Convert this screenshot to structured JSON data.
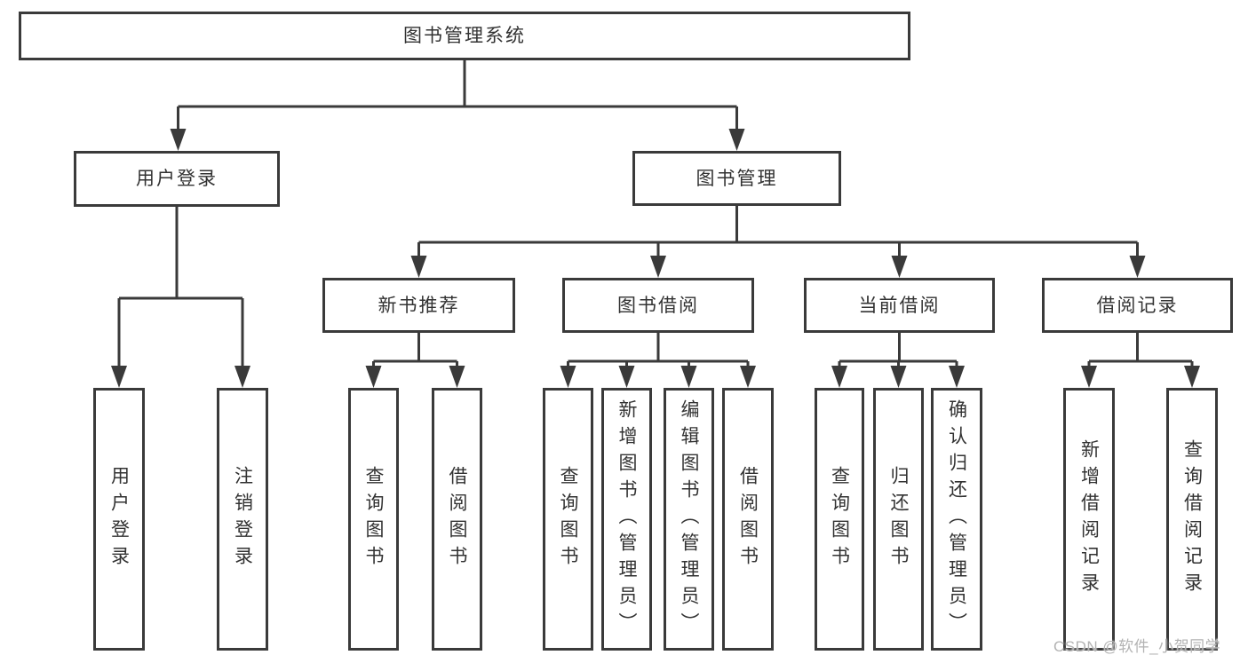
{
  "watermark": "CSDN @软件_小贺同学",
  "colors": {
    "line": "#3a3a3a",
    "text": "#323232",
    "watermark": "#b3b3b3",
    "background": "#ffffff"
  },
  "tree": {
    "label": "图书管理系统",
    "children": [
      {
        "label": "用户登录",
        "children": [
          {
            "label": "用户登录"
          },
          {
            "label": "注销登录"
          }
        ]
      },
      {
        "label": "图书管理",
        "children": [
          {
            "label": "新书推荐",
            "children": [
              {
                "label": "查询图书"
              },
              {
                "label": "借阅图书"
              }
            ]
          },
          {
            "label": "图书借阅",
            "children": [
              {
                "label": "查询图书"
              },
              {
                "label": "新增图书（管理员）"
              },
              {
                "label": "编辑图书（管理员）"
              },
              {
                "label": "借阅图书"
              }
            ]
          },
          {
            "label": "当前借阅",
            "children": [
              {
                "label": "查询图书"
              },
              {
                "label": "归还图书"
              },
              {
                "label": "确认归还（管理员）"
              }
            ]
          },
          {
            "label": "借阅记录",
            "children": [
              {
                "label": "新增借阅记录"
              },
              {
                "label": "查询借阅记录"
              }
            ]
          }
        ]
      }
    ]
  }
}
